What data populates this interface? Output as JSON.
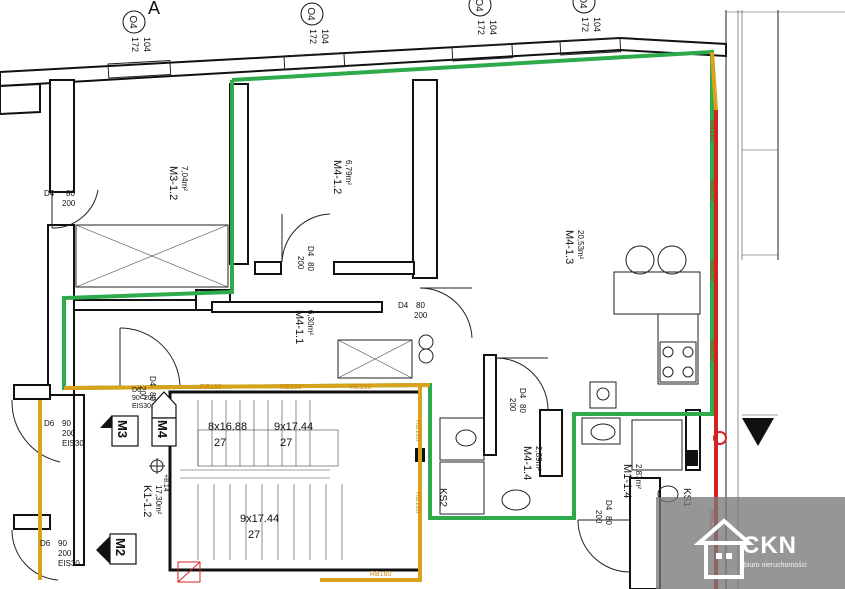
{
  "window_labels": [
    {
      "id": "O4",
      "w": "104",
      "h": "172"
    },
    {
      "id": "O4",
      "w": "104",
      "h": "172"
    },
    {
      "id": "O4",
      "w": "104",
      "h": "172"
    },
    {
      "id": "O4",
      "w": "104",
      "h": "172"
    }
  ],
  "grid_letter": "A",
  "rooms": {
    "m3_1_2": {
      "name": "M3-1.2",
      "area": "7,04m²"
    },
    "m4_1_2": {
      "name": "M4-1.2",
      "area": "6,79m²"
    },
    "m4_1_3": {
      "name": "M4-1.3",
      "area": "20,53m²"
    },
    "m4_1_1": {
      "name": "M4-1.1",
      "area": "6,30m²"
    },
    "m4_1_4": {
      "name": "M4-1.4",
      "area": "2,89m²"
    },
    "m1_1_4": {
      "name": "M1-1.4",
      "area": "2,87m²"
    },
    "k1_1_2": {
      "name": "K1-1.2",
      "area": "17,30m²"
    }
  },
  "doors": {
    "d4_a": {
      "type": "D4",
      "w": "80",
      "h": "200"
    },
    "d4_b": {
      "type": "D4",
      "w": "80",
      "h": "200"
    },
    "d4_c": {
      "type": "D4",
      "w": "80",
      "h": "200"
    },
    "d4_d": {
      "type": "D4",
      "w": "80",
      "h": "200"
    },
    "d4_e": {
      "type": "D4",
      "w": "80",
      "h": "200"
    },
    "d4_f": {
      "type": "D4",
      "w": "80",
      "h": "200"
    },
    "d6_a": {
      "type": "D6",
      "w": "90",
      "h": "200",
      "rating": "EIS30"
    },
    "d6_b": {
      "type": "D6",
      "w": "90",
      "h": "200",
      "rating": "EIS30"
    },
    "d6_c": {
      "type": "D6",
      "w": "90",
      "h": "200",
      "rating": "EIS30"
    }
  },
  "stairs": {
    "s1": {
      "dims": "8x16.88",
      "count": "27"
    },
    "s2": {
      "dims": "9x17.44",
      "count": "27"
    },
    "s3": {
      "dims": "9x17.44",
      "count": "27"
    }
  },
  "markers": {
    "m4": "M4",
    "m3": "M3",
    "m2": "M2",
    "ks1": "KS1",
    "ks2": "KS2",
    "level": "+8.14"
  },
  "pipes": {
    "re": "RE160",
    "rb": "RB110",
    "rb50": "RB160"
  },
  "colors": {
    "boundary": "#2eaa4a",
    "pipe_yellow": "#d9a21b",
    "pipe_red": "#d32222"
  },
  "watermark": {
    "brand": "CKN",
    "sub": "biuro nieruchomości"
  }
}
